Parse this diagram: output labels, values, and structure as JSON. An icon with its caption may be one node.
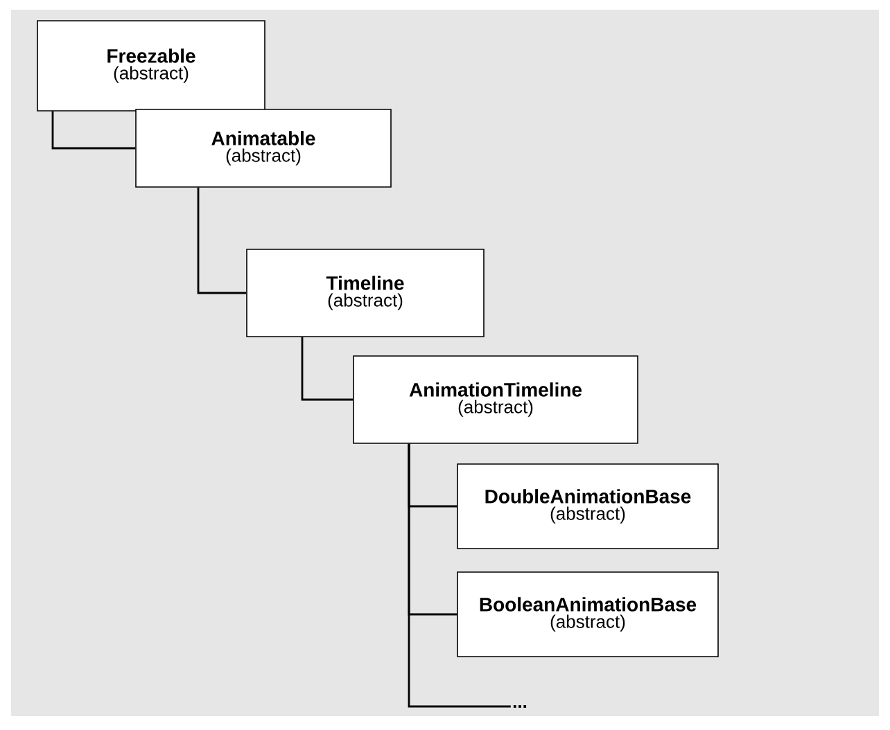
{
  "diagram": {
    "nodes": [
      {
        "text": [
          "Freezable",
          "(abstract)"
        ]
      },
      {
        "text": [
          "Animatable",
          "(abstract)"
        ]
      },
      {
        "text": [
          "Timeline",
          "(abstract)"
        ]
      },
      {
        "text": [
          "AnimationTimeline",
          "(abstract)"
        ]
      },
      {
        "text": [
          "DoubleAnimationBase",
          "(abstract)"
        ]
      },
      {
        "text": [
          "BooleanAnimationBase",
          "(abstract)"
        ]
      },
      {
        "text": [
          "..."
        ]
      }
    ],
    "edges": [
      {
        "from": 0,
        "to": 1,
        "arrow": "none"
      },
      {
        "from": 1,
        "to": 2,
        "arrow": "none"
      },
      {
        "from": 2,
        "to": 3,
        "arrow": "none"
      },
      {
        "from": 3,
        "to": 4,
        "arrow": "none"
      },
      {
        "from": 3,
        "to": 5,
        "arrow": "none"
      },
      {
        "from": 3,
        "to": 6,
        "arrow": "none"
      }
    ]
  }
}
